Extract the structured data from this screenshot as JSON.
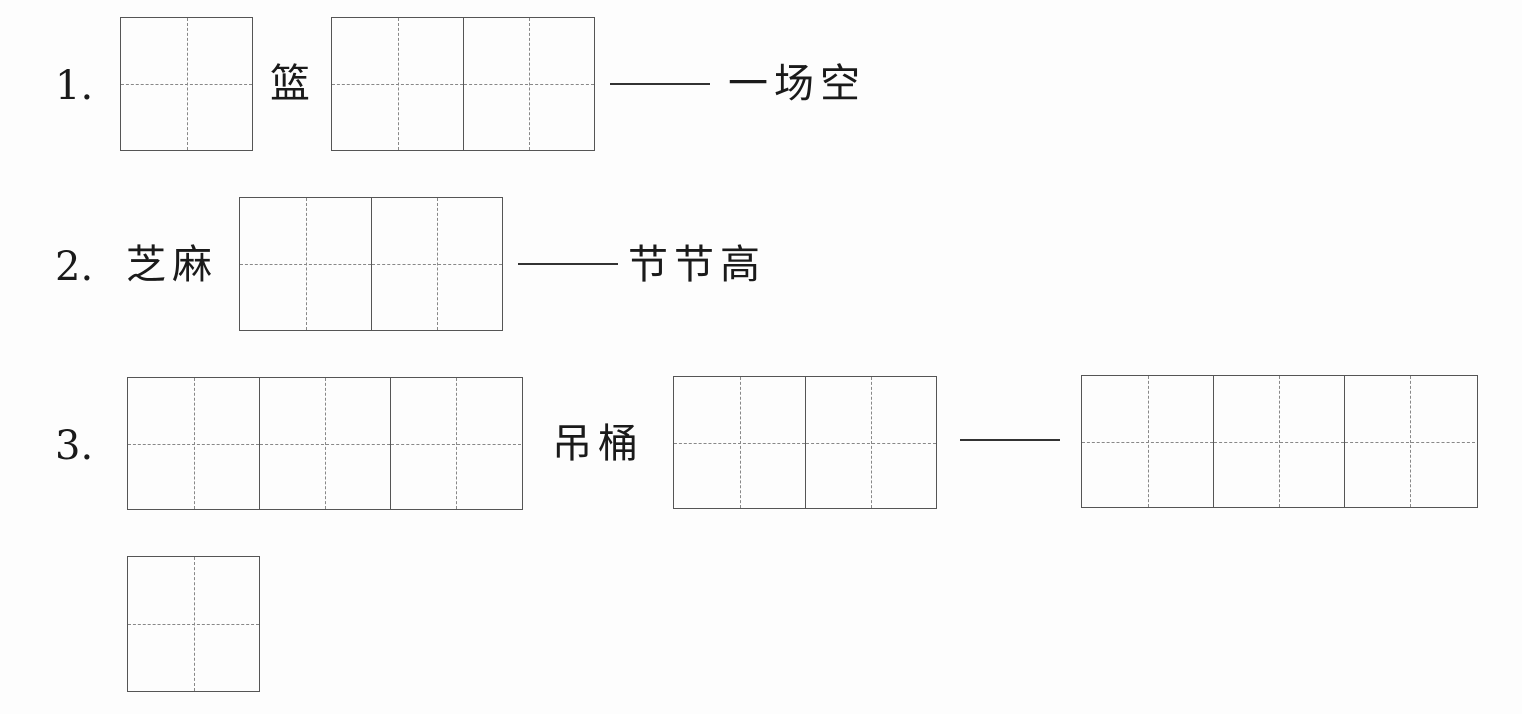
{
  "items": [
    {
      "number": "1.",
      "text_a": "篮",
      "dash": "——",
      "text_b": "一场空"
    },
    {
      "number": "2.",
      "text_a": "芝麻",
      "dash": "——",
      "text_b": "节节高"
    },
    {
      "number": "3.",
      "text_a": "吊桶",
      "dash": "——"
    }
  ]
}
